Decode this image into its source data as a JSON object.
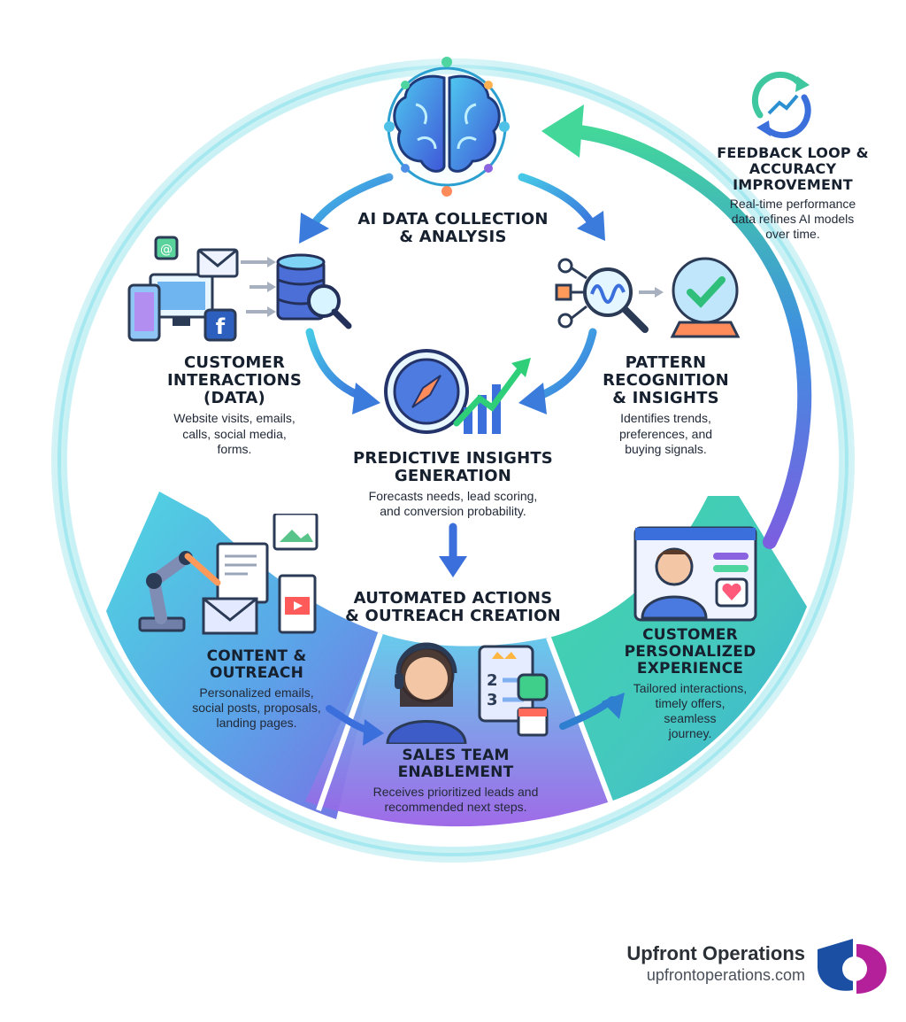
{
  "center": {
    "title_line1": "AI DATA COLLECTION",
    "title_line2": "& ANALYSIS"
  },
  "customer_interactions": {
    "title_line1": "CUSTOMER",
    "title_line2": "INTERACTIONS",
    "title_line3": "(DATA)",
    "desc_line1": "Website visits, emails,",
    "desc_line2": "calls, social media,",
    "desc_line3": "forms."
  },
  "pattern_recognition": {
    "title_line1": "PATTERN",
    "title_line2": "RECOGNITION",
    "title_line3": "& INSIGHTS",
    "desc_line1": "Identifies trends,",
    "desc_line2": "preferences, and",
    "desc_line3": "buying signals."
  },
  "predictive_insights": {
    "title_line1": "PREDICTIVE INSIGHTS",
    "title_line2": "GENERATION",
    "desc_line1": "Forecasts needs, lead scoring,",
    "desc_line2": "and conversion probability."
  },
  "automated_actions": {
    "title_line1": "AUTOMATED ACTIONS",
    "title_line2": "& OUTREACH CREATION"
  },
  "content_outreach": {
    "title_line1": "CONTENT &",
    "title_line2": "OUTREACH",
    "desc_line1": "Personalized emails,",
    "desc_line2": "social posts, proposals,",
    "desc_line3": "landing pages."
  },
  "sales_team": {
    "title_line1": "SALES TEAM",
    "title_line2": "ENABLEMENT",
    "desc_line1": "Receives prioritized leads and",
    "desc_line2": "recommended next steps."
  },
  "customer_experience": {
    "title_line1": "CUSTOMER",
    "title_line2": "PERSONALIZED",
    "title_line3": "EXPERIENCE",
    "desc_line1": "Tailored interactions,",
    "desc_line2": "timely offers,",
    "desc_line3": "seamless",
    "desc_line4": "journey."
  },
  "feedback_loop": {
    "title_line1": "FEEDBACK LOOP &",
    "title_line2": "ACCURACY IMPROVEMENT",
    "desc_line1": "Real-time performance",
    "desc_line2": "data refines AI models",
    "desc_line3": "over time."
  },
  "brand": {
    "name": "Upfront Operations",
    "url": "upfrontoperations.com",
    "logo_text": "Upfront Operations logo"
  },
  "colors": {
    "teal": "#3fd0d8",
    "blue": "#3a7bdc",
    "purple": "#8a63e0",
    "green": "#37d39a",
    "navy": "#16202e",
    "logo_blue": "#1b4fa3",
    "logo_magenta": "#b4209a"
  },
  "icons": [
    "brain-icon",
    "devices-icon",
    "database-search-icon",
    "pattern-search-icon",
    "crystal-ball-icon",
    "compass-growth-icon",
    "robot-arm-icon",
    "agent-headset-icon",
    "customer-screen-icon",
    "refresh-growth-icon"
  ]
}
